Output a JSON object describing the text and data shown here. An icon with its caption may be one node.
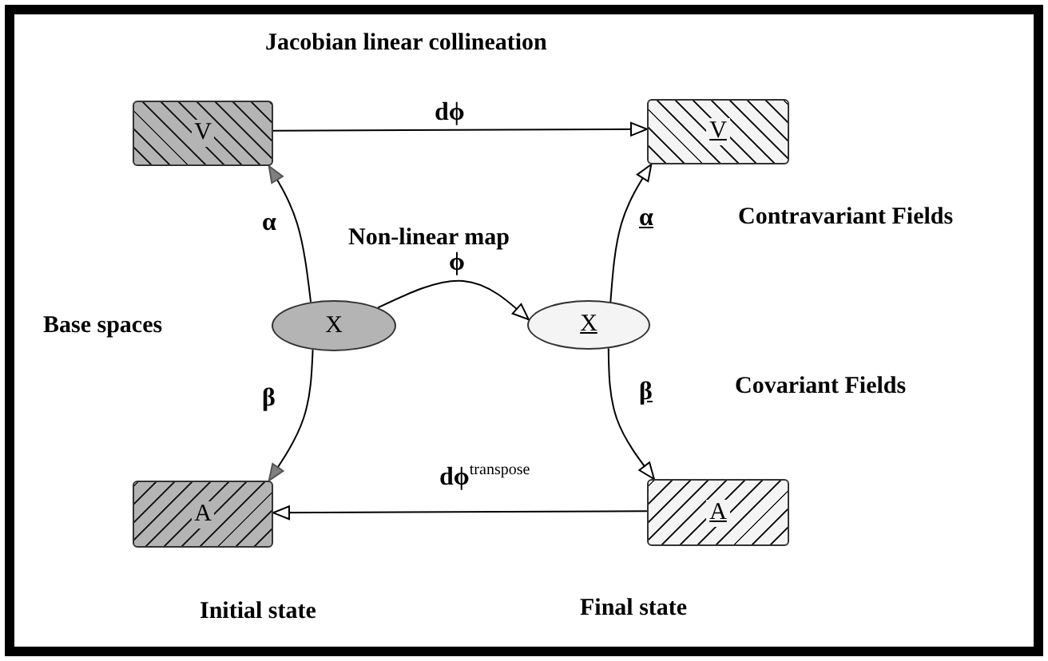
{
  "diagram": {
    "nodes": [
      {
        "text": [
          "V"
        ]
      },
      {
        "text": [
          "V"
        ]
      },
      {
        "text": [
          "X"
        ]
      },
      {
        "text": [
          "X"
        ]
      },
      {
        "text": [
          "A"
        ]
      },
      {
        "text": [
          "A"
        ]
      }
    ],
    "edges": [
      {
        "from": 0,
        "to": 1,
        "arrow": "to",
        "label": "dϕ"
      },
      {
        "from": 2,
        "to": 0,
        "arrow": "to",
        "label": "α"
      },
      {
        "from": 2,
        "to": 3,
        "arrow": "to",
        "label": "ϕ"
      },
      {
        "from": 3,
        "to": 1,
        "arrow": "to",
        "label": "α"
      },
      {
        "from": 2,
        "to": 4,
        "arrow": "to",
        "label": "β"
      },
      {
        "from": 3,
        "to": 5,
        "arrow": "to",
        "label": "β"
      },
      {
        "from": 5,
        "to": 4,
        "arrow": "to",
        "label": "dϕ$^{transpose}$"
      }
    ],
    "labels": [
      "Jacobian linear collineation",
      "Contravariant Fields",
      "Non-linear map",
      "Base spaces",
      "Covariant Fields",
      "Initial state",
      "Final state"
    ]
  }
}
